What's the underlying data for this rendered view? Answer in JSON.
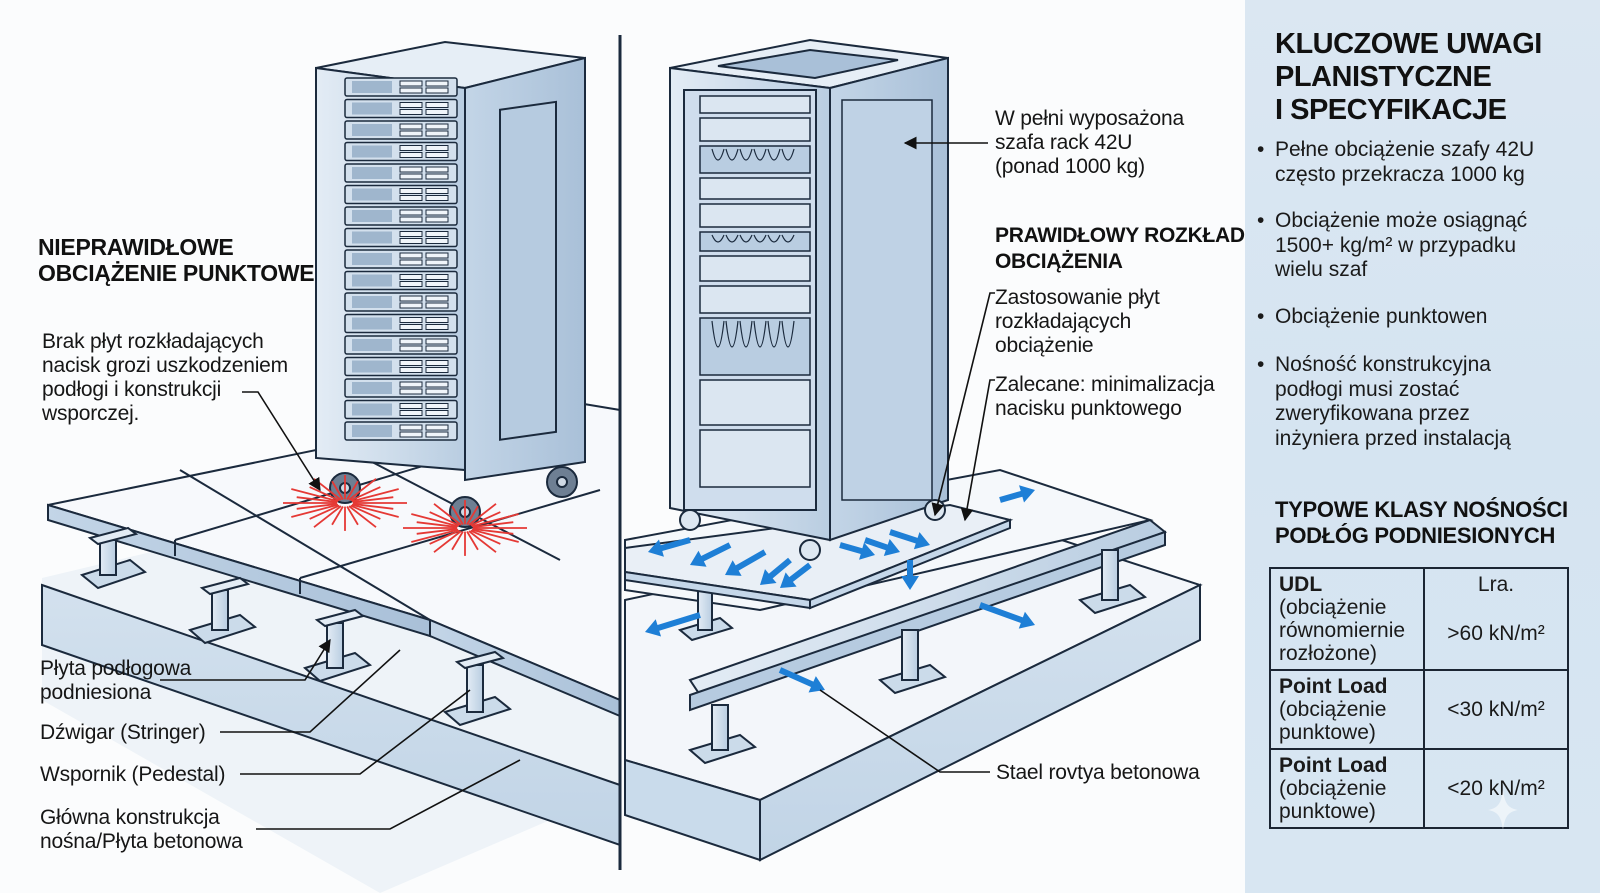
{
  "left_section": {
    "heading": "NIEPRAWIDŁOWE\nOBCIĄŻENIE PUNKTOWE",
    "description": "Brak płyt rozkładających\nnacisk grozi uszkodzeniem\npodłogi i konstrukcji\nwsporczej.",
    "labels": {
      "raised_floor_tile": "Płyta podłogowa\npodniesiona",
      "stringer": "Dźwigar (Stringer)",
      "pedestal": "Wspornik (Pedestal)",
      "main_structure": "Główna konstrukcja\nnośna/Płyta betonowa"
    }
  },
  "right_section": {
    "rack_label": "W pełni wyposażona\nszafa rack 42U\n(ponad 1000 kg)",
    "heading": "PRAWIDŁOWY ROZKŁAD\nOBCIĄŻENIA",
    "spreader_label": "Zastosowanie płyt\nrozkładających\nobciążenie",
    "recommendation_label": "Zalecane: minimalizacja\nnacisku punktowego",
    "slab_label": "Stael rovtya betonowa"
  },
  "side_panel": {
    "title": "KLUCZOWE UWAGI\nPLANISTYCZNE\nI SPECYFIKACJE",
    "bullet_symbol": "•",
    "notes": [
      "Pełne obciążenie szafy 42U\nczęsto przekracza 1000 kg",
      "Obciążenie może osiągnąć\n1500+ kg/m² w przypadku\nwielu szaf",
      "Obciążenie punktowen",
      "Nośność konstrukcyjna\npodłogi musi zostać\nzweryfikowana przez\ninżyniera przed instalacją"
    ],
    "table_title": "TYPOWE KLASY NOŚNOŚCI\nPODŁÓG PODNIESIONYCH",
    "table": {
      "header_value": "Lra.",
      "rows": [
        {
          "name": "UDL",
          "desc": "(obciążenie\nrównomiernie\nrozłożone)",
          "value": ">60 kN/m²"
        },
        {
          "name": "Point Load",
          "desc": "(obciążenie\npunktowe)",
          "value": "<30 kN/m²"
        },
        {
          "name": "Point Load",
          "desc": "(obciążenie\npunktowe)",
          "value": "<20 kN/m²"
        }
      ]
    }
  },
  "colors": {
    "outline": "#1b2a3d",
    "steel_light": "#dbe6f1",
    "steel_mid": "#b9cde1",
    "steel_dark": "#8fa9c4",
    "concrete": "#cddcea",
    "stress_red": "#e53935",
    "flow_blue": "#1e7fd6",
    "panel_bg": "#d8e6f2"
  }
}
